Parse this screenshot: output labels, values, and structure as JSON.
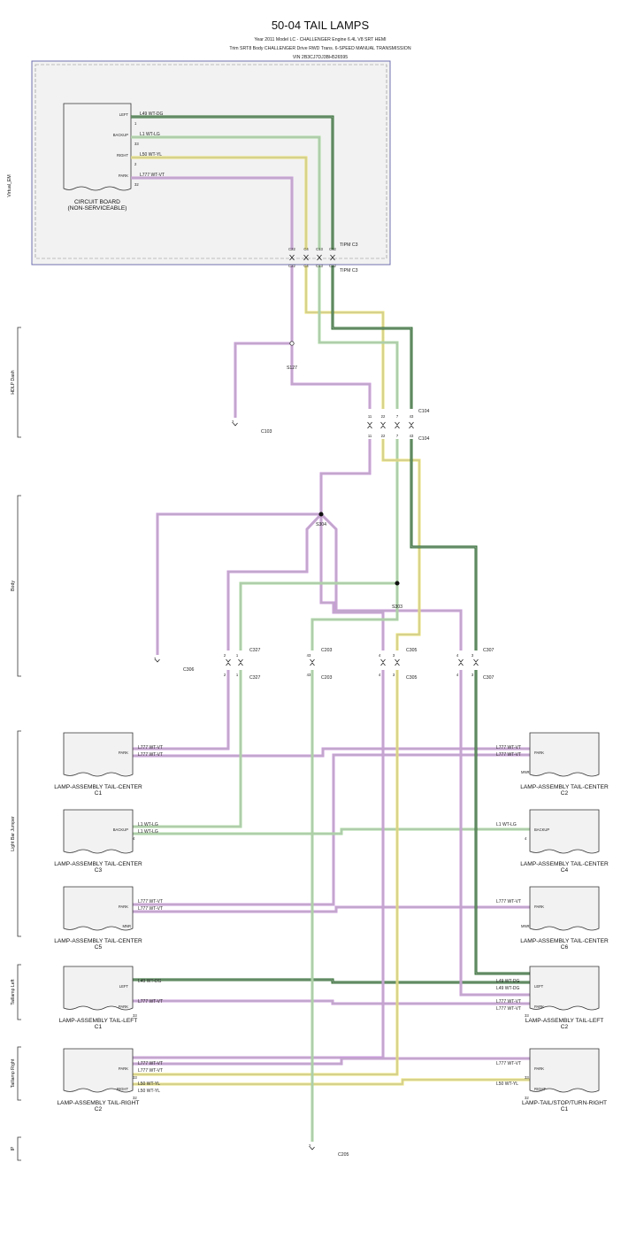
{
  "header": {
    "title": "50-04 TAIL LAMPS",
    "line1": "Year 2011 Model LC - CHALLENGER Engine 6.4L V8 SRT HEMI",
    "line2": "Trim SRT8 Body CHALLENGER Drive RWD Trans. 6-SPEED MANUAL TRANSMISSION",
    "line3": "VIN 2B3CJ7DJ3BH526595"
  },
  "zones": [
    "Virtual_EM",
    "HDLP Dash",
    "Body",
    "Light Bar Jumper",
    "Taillamp Left",
    "Taillamp Right",
    "IP"
  ],
  "colors": {
    "purple": "#c89ad8",
    "green": "#a8d8a0",
    "yellow": "#e8e070",
    "darkgreen": "#2e6e30",
    "core": "#bbbbbb"
  },
  "module": {
    "name": "CIRCUIT BOARD",
    "name2": "(NON-SERVICEABLE)",
    "pins": [
      {
        "label": "LEFT",
        "num": "1",
        "wire": "L49 WT-DG"
      },
      {
        "label": "BACKUP",
        "num": "33",
        "wire": "L1 WT-LG"
      },
      {
        "label": "RIGHT",
        "num": "2",
        "wire": "L50 WT-YL"
      },
      {
        "label": "PARK",
        "num": "32",
        "wire": "L777 WT-VT"
      }
    ]
  },
  "connectors": {
    "tipm_top": "TIPM C3",
    "tipm_bot": "TIPM C3",
    "tipm_pins": [
      "C22",
      "C4",
      "C13",
      "C12"
    ],
    "tipm_pins_bot": [
      "C22",
      "C4",
      "C13",
      "C12"
    ],
    "c104": "C104",
    "c104_pins": [
      "11",
      "22",
      "7",
      "43"
    ],
    "c103": "C103",
    "c103_pin": "2",
    "s127": "S127",
    "s304": "S304",
    "s303": "S303",
    "c306": "C306",
    "c306_pin": "7",
    "c327": "C327",
    "c327_pins": [
      "2",
      "1"
    ],
    "c203": "C203",
    "c203_pin": "43",
    "c305": "C305",
    "c305_pins": [
      "4",
      "3"
    ],
    "c307": "C307",
    "c307_pins": [
      "4",
      "3"
    ],
    "c205": "C205",
    "c205_pin": "2"
  },
  "lamps": [
    {
      "name": "LAMP-ASSEMBLY TAIL-CENTER",
      "conn": "C1",
      "pins": [
        {
          "label": "PARK",
          "num": "",
          "wires": [
            "L777 WT-VT",
            "L777 WT-VT"
          ]
        }
      ],
      "extra": ""
    },
    {
      "name": "LAMP-ASSEMBLY TAIL-CENTER",
      "conn": "C2",
      "pins": [
        {
          "label": "PARK",
          "num": "",
          "wires": [
            "L777 WT-VT",
            "L777 WT-VT"
          ]
        }
      ],
      "extra": "MNR"
    },
    {
      "name": "LAMP-ASSEMBLY TAIL-CENTER",
      "conn": "C3",
      "pins": [
        {
          "label": "BACKUP",
          "num": "4",
          "wires": [
            "L1 WT-LG",
            "L1 WT-LG"
          ]
        }
      ],
      "extra": ""
    },
    {
      "name": "LAMP-ASSEMBLY TAIL-CENTER",
      "conn": "C4",
      "pins": [
        {
          "label": "BACKUP",
          "num": "4",
          "wires": [
            "L1 WT-LG"
          ]
        }
      ],
      "extra": ""
    },
    {
      "name": "LAMP-ASSEMBLY TAIL-CENTER",
      "conn": "C5",
      "pins": [
        {
          "label": "PARK",
          "num": "",
          "wires": [
            "L777 WT-VT",
            "L777 WT-VT"
          ]
        }
      ],
      "extra": "MNR"
    },
    {
      "name": "LAMP-ASSEMBLY TAIL-CENTER",
      "conn": "C6",
      "pins": [
        {
          "label": "PARK",
          "num": "",
          "wires": [
            "L777 WT-VT"
          ]
        }
      ],
      "extra": "MNR"
    },
    {
      "name": "LAMP-ASSEMBLY TAIL-LEFT",
      "conn": "C1",
      "pins": [
        {
          "label": "LEFT",
          "num": "",
          "wires": [
            "L49 WT-DG"
          ]
        },
        {
          "label": "PARK",
          "num": "33",
          "wires": [
            "L777 WT-VT"
          ]
        }
      ],
      "extra": ""
    },
    {
      "name": "LAMP-ASSEMBLY TAIL-LEFT",
      "conn": "C2",
      "pins": [
        {
          "label": "LEFT",
          "num": "",
          "wires": [
            "L49 WT-DG",
            "L49 WT-DG"
          ]
        },
        {
          "label": "PARK",
          "num": "33",
          "wires": [
            "L777 WT-VT",
            "L777 WT-VT"
          ]
        }
      ],
      "extra": ""
    },
    {
      "name": "LAMP-ASSEMBLY TAIL-RIGHT",
      "conn": "C2",
      "pins": [
        {
          "label": "PARK",
          "num": "33",
          "wires": [
            "L777 WT-VT",
            "L777 WT-VT"
          ]
        },
        {
          "label": "RIGHT",
          "num": "32",
          "wires": [
            "L50 WT-YL",
            "L50 WT-YL"
          ]
        }
      ],
      "extra": ""
    },
    {
      "name": "LAMP-TAIL/STOP/TURN-RIGHT",
      "conn": "C1",
      "pins": [
        {
          "label": "PARK",
          "num": "33",
          "wires": [
            "L777 WT-VT"
          ]
        },
        {
          "label": "RIGHT",
          "num": "32",
          "wires": [
            "L50 WT-YL"
          ]
        }
      ],
      "extra": ""
    }
  ]
}
